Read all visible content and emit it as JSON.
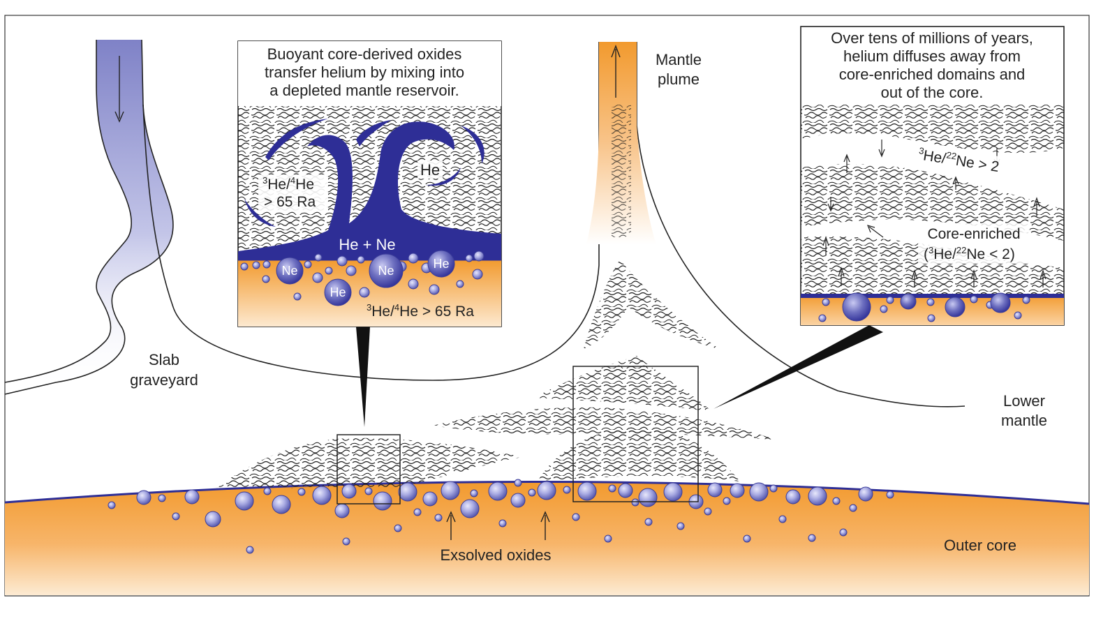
{
  "colors": {
    "core_orange": "#F29A2E",
    "core_light": "#FBE3C4",
    "oxide_blue": "#2E2E96",
    "oxide_light": "#CFCFF2",
    "slab_blue": "#7F82C7",
    "ink": "#222222"
  },
  "labels": {
    "slab_graveyard": [
      "Slab",
      "graveyard"
    ],
    "mantle_plume": [
      "Mantle",
      "plume"
    ],
    "lower_mantle": [
      "Lower",
      "mantle"
    ],
    "outer_core": "Outer core",
    "exsolved_oxides": "Exsolved oxides"
  },
  "left_inset": {
    "caption": [
      "Buoyant core-derived oxides",
      "transfer helium by mixing into",
      "a depleted mantle reservoir."
    ],
    "he_label": "He",
    "ratio_mantle": {
      "sup": "3",
      "line1_rest": "He/",
      "sup2": "4",
      "line1_end": "He",
      "line2": "> 65 Ra"
    },
    "he_ne_label": "He + Ne",
    "ratio_core": {
      "sup": "3",
      "mid": "He/",
      "sup2": "4",
      "end": "He > 65 Ra"
    },
    "bubbles": [
      {
        "label": "Ne"
      },
      {
        "label": "He"
      },
      {
        "label": "Ne"
      },
      {
        "label": "He"
      }
    ]
  },
  "right_inset": {
    "caption": [
      "Over tens of millions of years,",
      "helium diffuses away from",
      "core-enriched domains and",
      "out of the core."
    ],
    "ratio_high": {
      "sup": "3",
      "mid": "He/",
      "sup2": "22",
      "end": "Ne > 2"
    },
    "core_enriched_title": "Core-enriched",
    "ratio_low": {
      "open": "(",
      "sup": "3",
      "mid": "He/",
      "sup2": "22",
      "end": "Ne < 2)"
    }
  }
}
